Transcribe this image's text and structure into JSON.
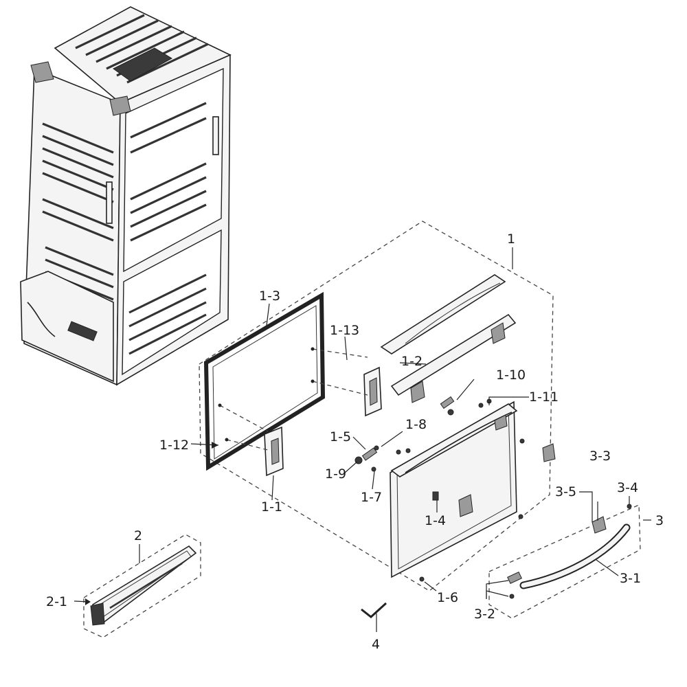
{
  "callouts": {
    "c1": "1",
    "c1_1": "1-1",
    "c1_2": "1-2",
    "c1_3": "1-3",
    "c1_4": "1-4",
    "c1_5": "1-5",
    "c1_6": "1-6",
    "c1_7": "1-7",
    "c1_8": "1-8",
    "c1_9": "1-9",
    "c1_10": "1-10",
    "c1_11": "1-11",
    "c1_12": "1-12",
    "c1_13": "1-13",
    "c2": "2",
    "c2_1": "2-1",
    "c3": "3",
    "c3_1": "3-1",
    "c3_2": "3-2",
    "c3_3": "3-3",
    "c3_4": "3-4",
    "c3_5": "3-5",
    "c4": "4"
  }
}
